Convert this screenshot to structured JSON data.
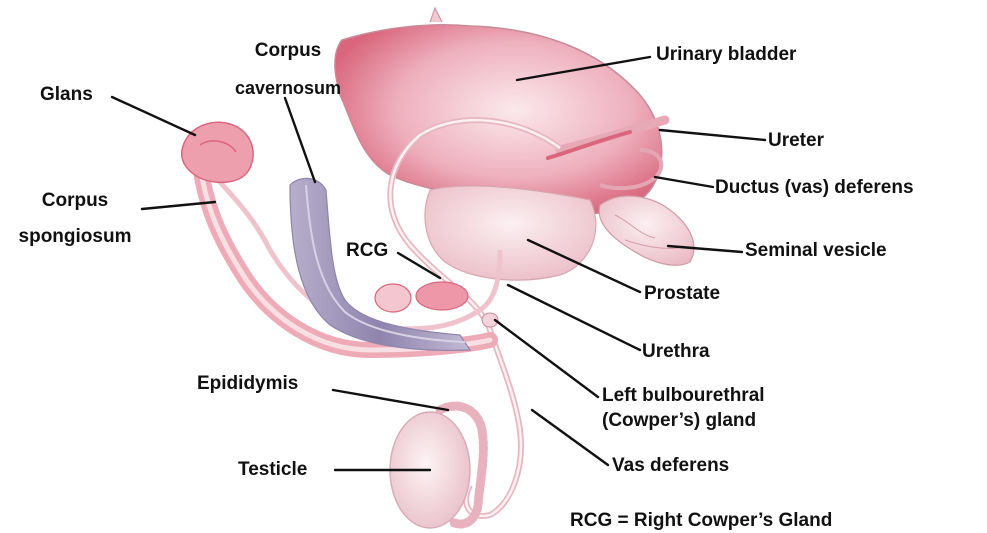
{
  "labels": {
    "glans": "Glans",
    "corpus_cavernosum_1": "Corpus",
    "corpus_cavernosum_2": "cavernosum",
    "corpus_spongiosum_1": "Corpus",
    "corpus_spongiosum_2": "spongiosum",
    "urinary_bladder": "Urinary bladder",
    "ureter": "Ureter",
    "ductus_deferens": "Ductus (vas) deferens",
    "seminal_vesicle": "Seminal vesicle",
    "rcg": "RCG",
    "prostate": "Prostate",
    "urethra": "Urethra",
    "left_bulbourethral_1": "Left bulbourethral",
    "left_bulbourethral_2": "(Cowper’s) gland",
    "epididymis": "Epididymis",
    "testicle": "Testicle",
    "vas_deferens": "Vas deferens"
  },
  "legend": "RCG = Right Cowper’s Gland",
  "colors": {
    "tissue_pink": "#e8a0ad",
    "tissue_light": "#f6dde2",
    "tissue_deep": "#d9667c",
    "cavernosum_purple": "#9a8fb4",
    "outline": "#c98a98",
    "text": "#111111"
  }
}
